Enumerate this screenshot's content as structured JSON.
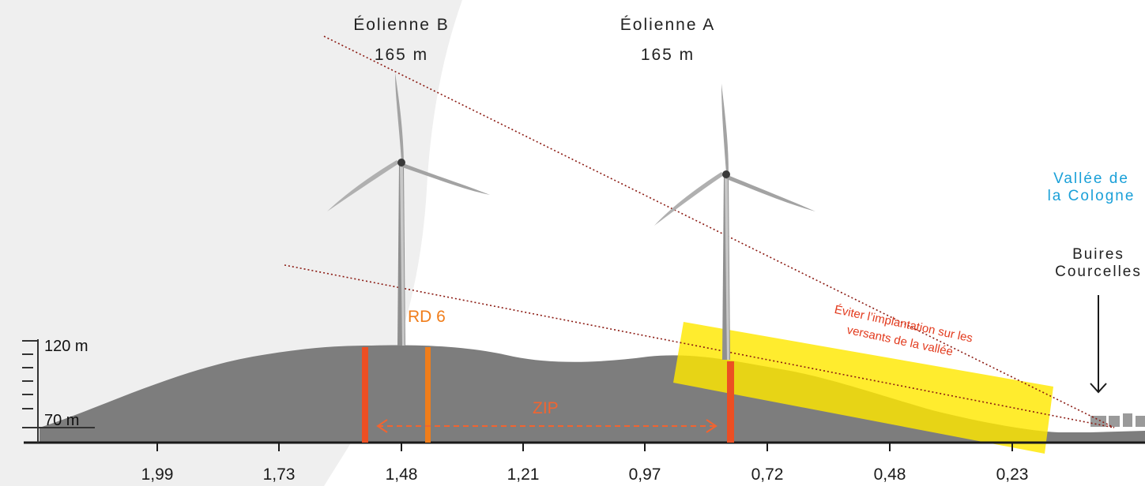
{
  "turbines": [
    {
      "name": "Éolienne B",
      "height": "165 m"
    },
    {
      "name": "Éolienne A",
      "height": "165 m"
    }
  ],
  "valley_label": {
    "line1": "Vallée de",
    "line2": "la Cologne"
  },
  "village_label": {
    "line1": "Buires",
    "line2": "Courcelles"
  },
  "road_label": "RD 6",
  "zone_label": "ZIP",
  "warning_text": {
    "line1": "Éviter l’implantation sur les",
    "line2": "versants de la vallée"
  },
  "altitudes": {
    "high": "120 m",
    "low": "70 m"
  },
  "x_axis_ticks": [
    "1,99",
    "1,73",
    "1,48",
    "1,21",
    "0,97",
    "0,72",
    "0,48",
    "0,23"
  ],
  "colors": {
    "terrain": "#7d7d7d",
    "shadow": "#efefef",
    "warning_zone": "#ffe800",
    "zip_arrow": "#f26430",
    "road_marker": "#f07d1a",
    "boundary_marker": "#ec4f23",
    "sight_line": "#8b1a12",
    "valley_text": "#1aa0d8"
  },
  "icons": {
    "village_pointer": "arrow-down-icon"
  }
}
